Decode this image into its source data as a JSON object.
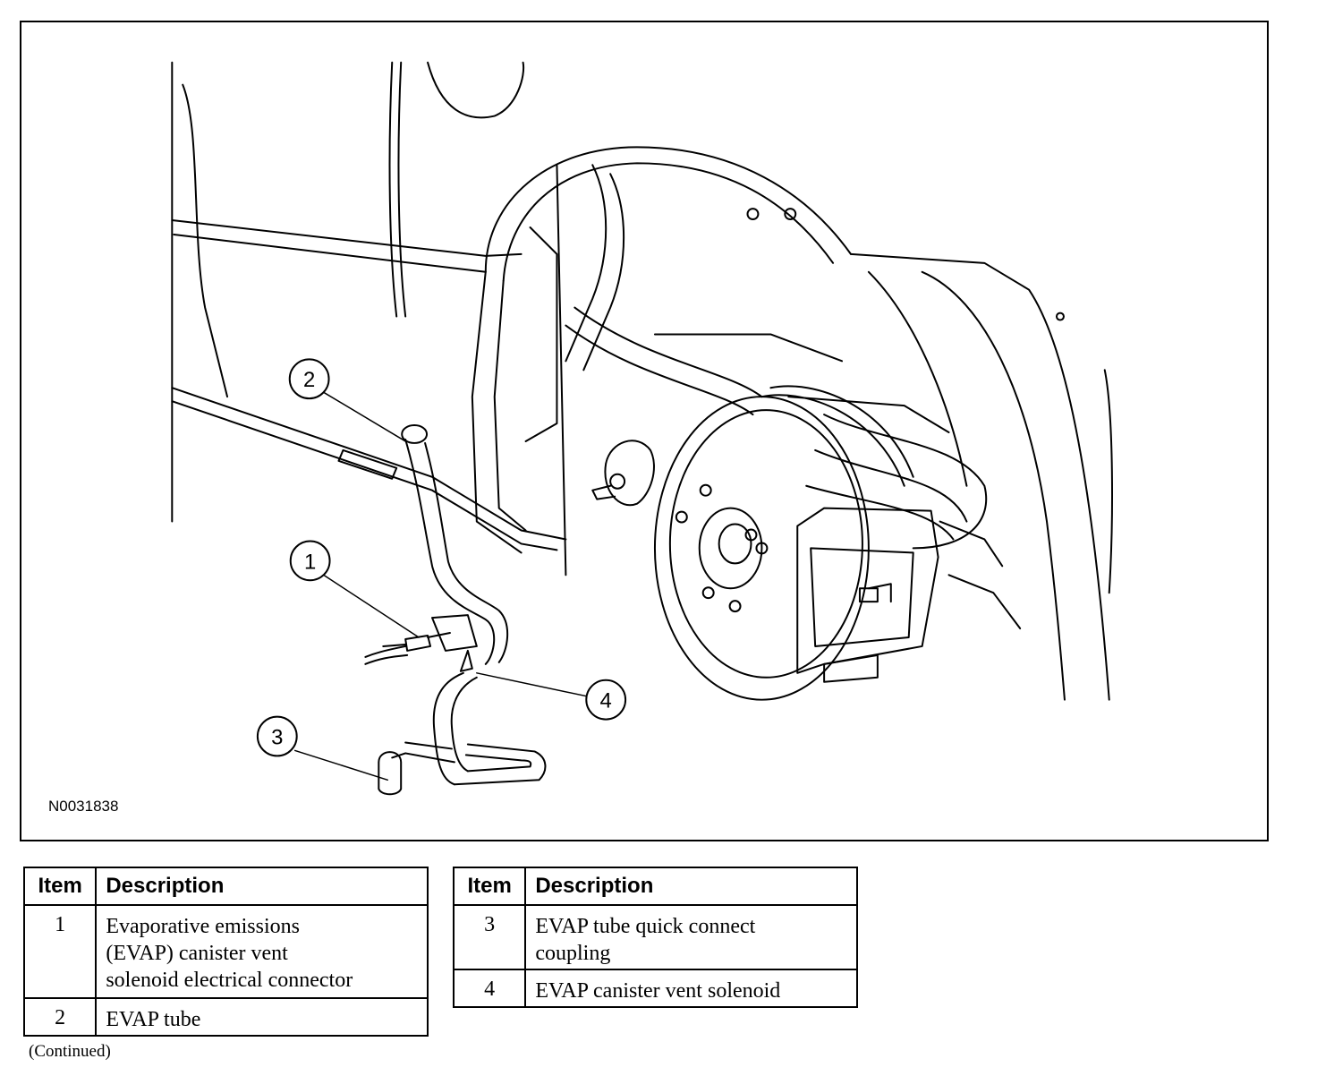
{
  "figure": {
    "id": "N0031838",
    "callouts": [
      "1",
      "2",
      "3",
      "4"
    ]
  },
  "legend_left": {
    "header_item": "Item",
    "header_desc": "Description",
    "rows": [
      {
        "item": "1",
        "lines": [
          "Evaporative emissions",
          "(EVAP) canister vent",
          "solenoid electrical connector"
        ]
      },
      {
        "item": "2",
        "lines": [
          "EVAP tube"
        ]
      }
    ]
  },
  "legend_right": {
    "header_item": "Item",
    "header_desc": "Description",
    "rows": [
      {
        "item": "3",
        "lines": [
          "EVAP tube quick connect",
          "coupling"
        ]
      },
      {
        "item": "4",
        "lines": [
          "EVAP canister vent solenoid"
        ]
      }
    ]
  },
  "footer": {
    "continued": "(Continued)"
  }
}
